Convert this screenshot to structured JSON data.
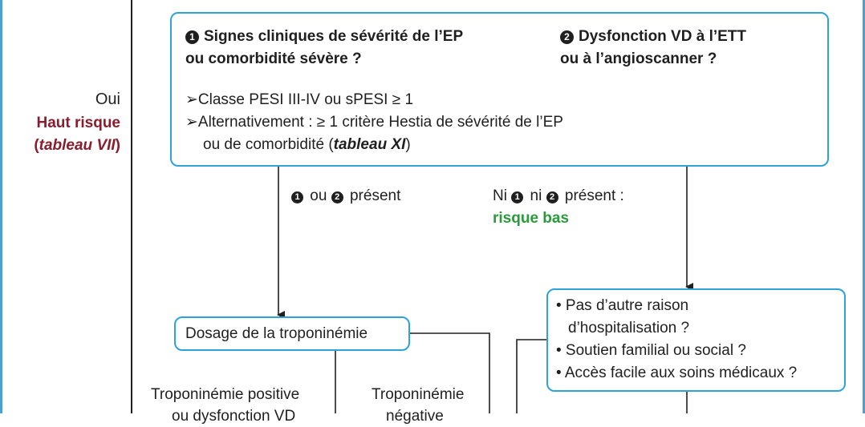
{
  "left": {
    "oui": "Oui",
    "haut_risque": "Haut risque",
    "tableau_open": "(",
    "tableau_name": "tableau VII",
    "tableau_close": ")"
  },
  "top_box": {
    "num1": "1",
    "signes_line1": "Signes cliniques de sévérité de l’EP",
    "signes_line2": "ou comorbidité sévère ?",
    "num2": "2",
    "dysf_line1": "Dysfonction VD à l’ETT",
    "dysf_line2": "ou à l’angioscanner ?",
    "criteria1": "➢Classe PESI III-IV ou sPESI ≥ 1",
    "criteria2": "➢Alternativement : ≥ 1 critère Hestia de sévérité de l’EP",
    "criteria3_pre": "ou de comorbidité (",
    "criteria3_ital": "tableau XI",
    "criteria3_post": ")"
  },
  "branches": {
    "present_n1": "1",
    "present_mid": "ou",
    "present_n2": "2",
    "present_text": "présent",
    "ni1": "Ni",
    "ni_n1": "1",
    "ni2": "ni",
    "ni_n2": "2",
    "ni_text": "présent :",
    "risque_bas": "risque bas"
  },
  "tropo_box": {
    "label": "Dosage de la troponinémie"
  },
  "tropo_outcomes": {
    "positive": "Troponinémie positive",
    "positive_cut": "ou dysfonction VD",
    "negative": "Troponinémie",
    "negative_cut": "négative"
  },
  "check_box": {
    "item1_line1": "• Pas d’autre raison",
    "item1_line2": "d’hospitalisation ?",
    "item2": "• Soutien familial ou social ?",
    "item3": "• Accès facile aux soins médicaux ?"
  },
  "colors": {
    "frame": "#4a9fd6",
    "box_border": "#2ea3d8",
    "haut_risque": "#8a1c2b",
    "risque_bas": "#2a9a3a"
  }
}
